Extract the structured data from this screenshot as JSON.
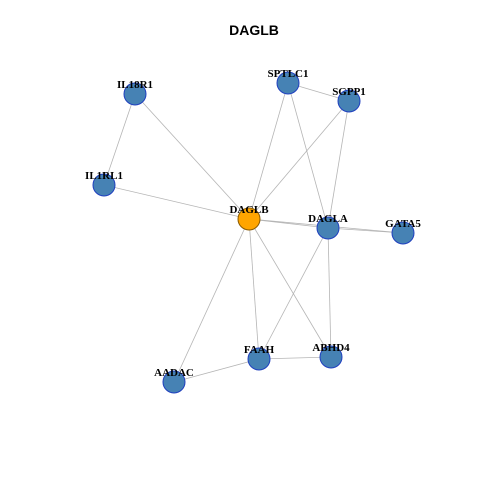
{
  "title": "DAGLB",
  "colors": {
    "node_fill": "#4682b4",
    "center_fill": "#ffa500",
    "node_border": "#1f3fbf",
    "edge": "#b5b5b5"
  },
  "nodes": [
    {
      "id": "DAGLB",
      "label": "DAGLB",
      "center": true
    },
    {
      "id": "IL18R1",
      "label": "IL18R1"
    },
    {
      "id": "IL1RL1",
      "label": "IL1RL1"
    },
    {
      "id": "SPTLC1",
      "label": "SPTLC1"
    },
    {
      "id": "SGPP1",
      "label": "SGPP1"
    },
    {
      "id": "DAGLA",
      "label": "DAGLA"
    },
    {
      "id": "GATA5",
      "label": "GATA5"
    },
    {
      "id": "FAAH",
      "label": "FAAH"
    },
    {
      "id": "ABHD4",
      "label": "ABHD4"
    },
    {
      "id": "AADAC",
      "label": "AADAC"
    }
  ],
  "edges": [
    [
      "IL18R1",
      "IL1RL1"
    ],
    [
      "IL18R1",
      "DAGLB"
    ],
    [
      "IL1RL1",
      "DAGLB"
    ],
    [
      "SPTLC1",
      "SGPP1"
    ],
    [
      "SPTLC1",
      "DAGLB"
    ],
    [
      "SPTLC1",
      "DAGLA"
    ],
    [
      "SGPP1",
      "DAGLB"
    ],
    [
      "SGPP1",
      "DAGLA"
    ],
    [
      "DAGLB",
      "DAGLA"
    ],
    [
      "DAGLB",
      "GATA5"
    ],
    [
      "DAGLA",
      "GATA5"
    ],
    [
      "DAGLB",
      "FAAH"
    ],
    [
      "DAGLB",
      "ABHD4"
    ],
    [
      "DAGLB",
      "AADAC"
    ],
    [
      "DAGLA",
      "FAAH"
    ],
    [
      "DAGLA",
      "ABHD4"
    ],
    [
      "FAAH",
      "ABHD4"
    ],
    [
      "FAAH",
      "AADAC"
    ]
  ]
}
